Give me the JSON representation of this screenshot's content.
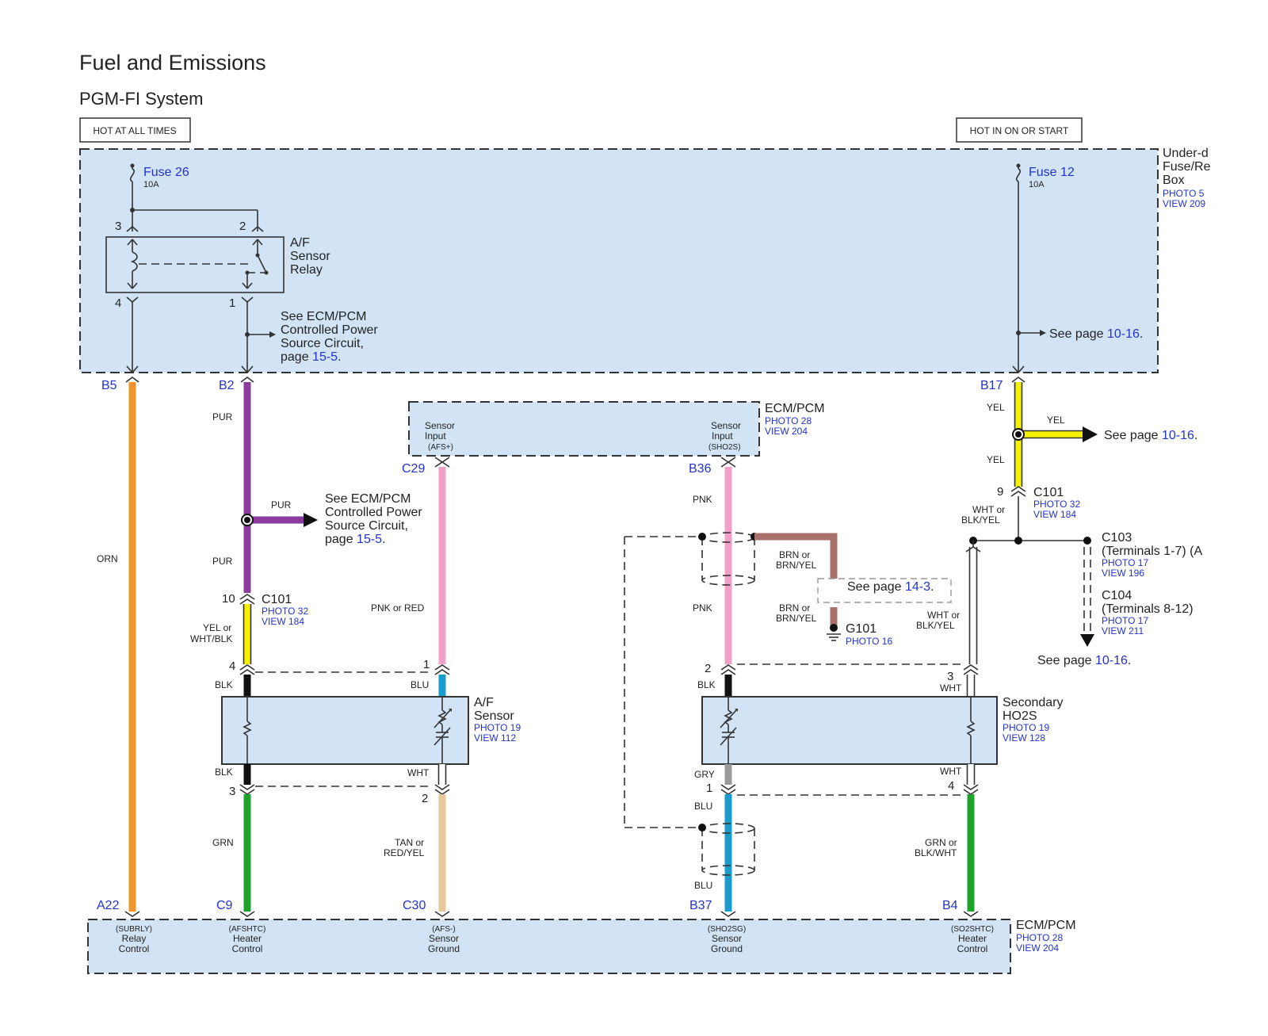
{
  "title": "Fuel and Emissions",
  "subtitle": "PGM-FI System",
  "power_labels": {
    "left": "HOT AT ALL TIMES",
    "right": "HOT IN ON OR START"
  },
  "fuse_box": {
    "name_lines": [
      "Under-d",
      "Fuse/Re",
      "Box"
    ],
    "photo": "PHOTO 5",
    "view": "VIEW 209",
    "fuse26": {
      "name": "Fuse 26",
      "rating": "10A"
    },
    "fuse12": {
      "name": "Fuse 12",
      "rating": "10A"
    },
    "relay": {
      "lines": [
        "A/F",
        "Sensor",
        "Relay"
      ],
      "pin3": "3",
      "pin2": "2",
      "pin4": "4",
      "pin1": "1"
    },
    "see_ecm": {
      "lines": [
        "See ECM/PCM",
        "Controlled Power",
        "Source Circuit,"
      ],
      "page_prefix": "page ",
      "page": "15-5",
      "suffix": "."
    },
    "see_1016": {
      "prefix": "See page ",
      "page": "10-16",
      "suffix": "."
    }
  },
  "ecm_top": {
    "name": "ECM/PCM",
    "photo": "PHOTO 28",
    "view": "VIEW 204",
    "left_input": [
      "Sensor",
      "Input",
      "(AFS+)"
    ],
    "right_input": [
      "Sensor",
      "Input",
      "(SHO2S)"
    ],
    "pin_left": "C29",
    "pin_right": "B36"
  },
  "top_terminals": {
    "b5": "B5",
    "b2": "B2",
    "b17": "B17"
  },
  "left_column": {
    "orn": "ORN",
    "pur1": "PUR",
    "pur_branch": "PUR",
    "pur2": "PUR",
    "see_ecm": {
      "lines": [
        "See ECM/PCM",
        "Controlled Power",
        "Source Circuit,"
      ],
      "page_prefix": "page ",
      "page": "15-5",
      "suffix": "."
    },
    "c101": {
      "pin": "10",
      "name": "C101",
      "photo": "PHOTO 32",
      "view": "VIEW 184"
    },
    "yel_or": [
      "YEL or",
      "WHT/BLK"
    ],
    "pin4": "4",
    "blk_top": "BLK",
    "blk_bottom": "BLK",
    "pin3": "3",
    "grn": "GRN"
  },
  "af_sensor": {
    "lines": [
      "A/F",
      "Sensor"
    ],
    "photo": "PHOTO 19",
    "view": "VIEW 112",
    "pnk_red": "PNK or RED",
    "pin1": "1",
    "blu": "BLU",
    "wht": "WHT",
    "pin2": "2",
    "tan": [
      "TAN or",
      "RED/YEL"
    ]
  },
  "ho2s": {
    "lines": [
      "Secondary",
      "HO2S"
    ],
    "photo": "PHOTO 19",
    "view": "VIEW 128",
    "pnk1": "PNK",
    "pnk2": "PNK",
    "brn1": [
      "BRN or",
      "BRN/YEL"
    ],
    "brn2": [
      "BRN or",
      "BRN/YEL"
    ],
    "see_143": {
      "prefix": "See page ",
      "page": "14-3",
      "suffix": "."
    },
    "g101": "G101",
    "g101_photo": "PHOTO 16",
    "pin2": "2",
    "blk": "BLK",
    "gry": "GRY",
    "pin1": "1",
    "blu1": "BLU",
    "blu2": "BLU",
    "pin3": "3",
    "wht_top": "WHT",
    "wht_bottom": "WHT",
    "pin4": "4",
    "wht_blkyel1": [
      "WHT or",
      "BLK/YEL"
    ],
    "wht_blkyel2": [
      "WHT or",
      "BLK/YEL"
    ],
    "grn_blkwht": [
      "GRN or",
      "BLK/WHT"
    ]
  },
  "right_column": {
    "yel1": "YEL",
    "yel_branch": "YEL",
    "yel2": "YEL",
    "see_1016_a": {
      "prefix": "See page ",
      "page": "10-16",
      "suffix": "."
    },
    "c101": {
      "pin": "9",
      "name": "C101",
      "photo": "PHOTO 32",
      "view": "VIEW 184"
    },
    "c103": {
      "name": "C103",
      "desc": "(Terminals 1-7) (A",
      "photo": "PHOTO 17",
      "view": "VIEW 196"
    },
    "c104": {
      "name": "C104",
      "desc": "(Terminals 8-12)",
      "photo": "PHOTO 17",
      "view": "VIEW 211"
    },
    "see_1016_b": {
      "prefix": "See page ",
      "page": "10-16",
      "suffix": "."
    }
  },
  "ecm_bottom": {
    "name": "ECM/PCM",
    "photo": "PHOTO 28",
    "view": "VIEW 204",
    "pins": {
      "a22": "A22",
      "c9": "C9",
      "c30": "C30",
      "b37": "B37",
      "b4": "B4"
    },
    "labels": {
      "subrly": [
        "(SUBRLY)",
        "Relay",
        "Control"
      ],
      "afshtc": [
        "(AFSHTC)",
        "Heater",
        "Control"
      ],
      "afsm": [
        "(AFS-)",
        "Sensor",
        "Ground"
      ],
      "sho2sg": [
        "(SHO2SG)",
        "Sensor",
        "Ground"
      ],
      "so2shtc": [
        "(SO2SHTC)",
        "Heater",
        "Control"
      ]
    }
  },
  "colors": {
    "panel": "#d2e3f5",
    "link": "#2233cc",
    "orn": "#f0952e",
    "pur": "#8b3c9e",
    "yel": "#f5f000",
    "pnk": "#f2a0c8",
    "blu": "#1a9ccc",
    "grn": "#1fa22a",
    "tan": "#e6c89a",
    "brn": "#a9716b",
    "gry": "#9a9a9a",
    "blk": "#111111"
  }
}
